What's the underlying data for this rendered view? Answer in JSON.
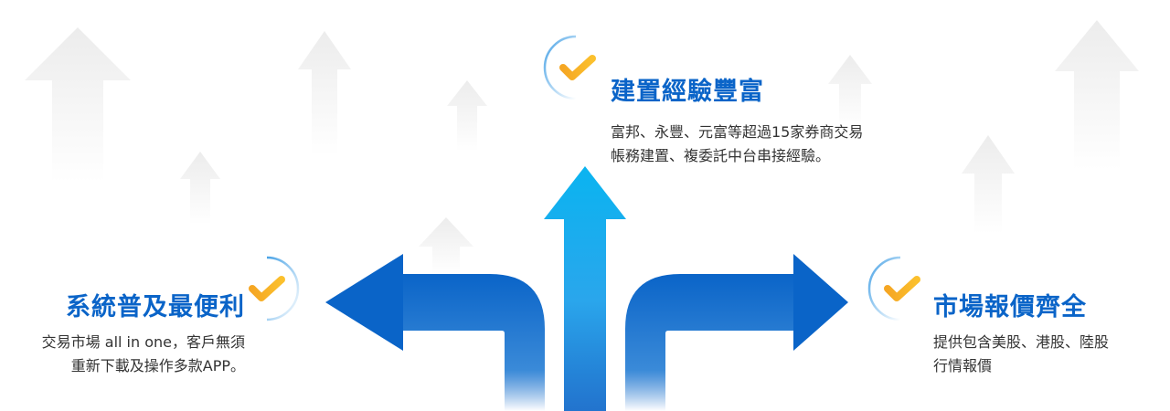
{
  "features": {
    "experience": {
      "title": "建置經驗豐富",
      "desc_lines": [
        "富邦、永豐、元富等超過15家券商交易",
        "帳務建置、複委託中台串接經驗。"
      ],
      "icon": "check-icon"
    },
    "convenience": {
      "title": "系統普及最便利",
      "desc_lines": [
        "交易市場 all in one，客戶無須",
        "重新下載及操作多款APP。"
      ],
      "icon": "check-icon"
    },
    "quotes": {
      "title": "市場報價齊全",
      "desc_lines": [
        "提供包含美股、港股、陸股",
        "行情報價"
      ],
      "icon": "check-icon"
    }
  },
  "colors": {
    "title": "#0a64c8",
    "text": "#333333",
    "arrow_blue": "#0a64c8",
    "arrow_cyan": "#0ab4f0",
    "check_orange": "#f5a623",
    "ring_blue": "#4aa3e6",
    "ghost_arrow": "#efefef"
  }
}
